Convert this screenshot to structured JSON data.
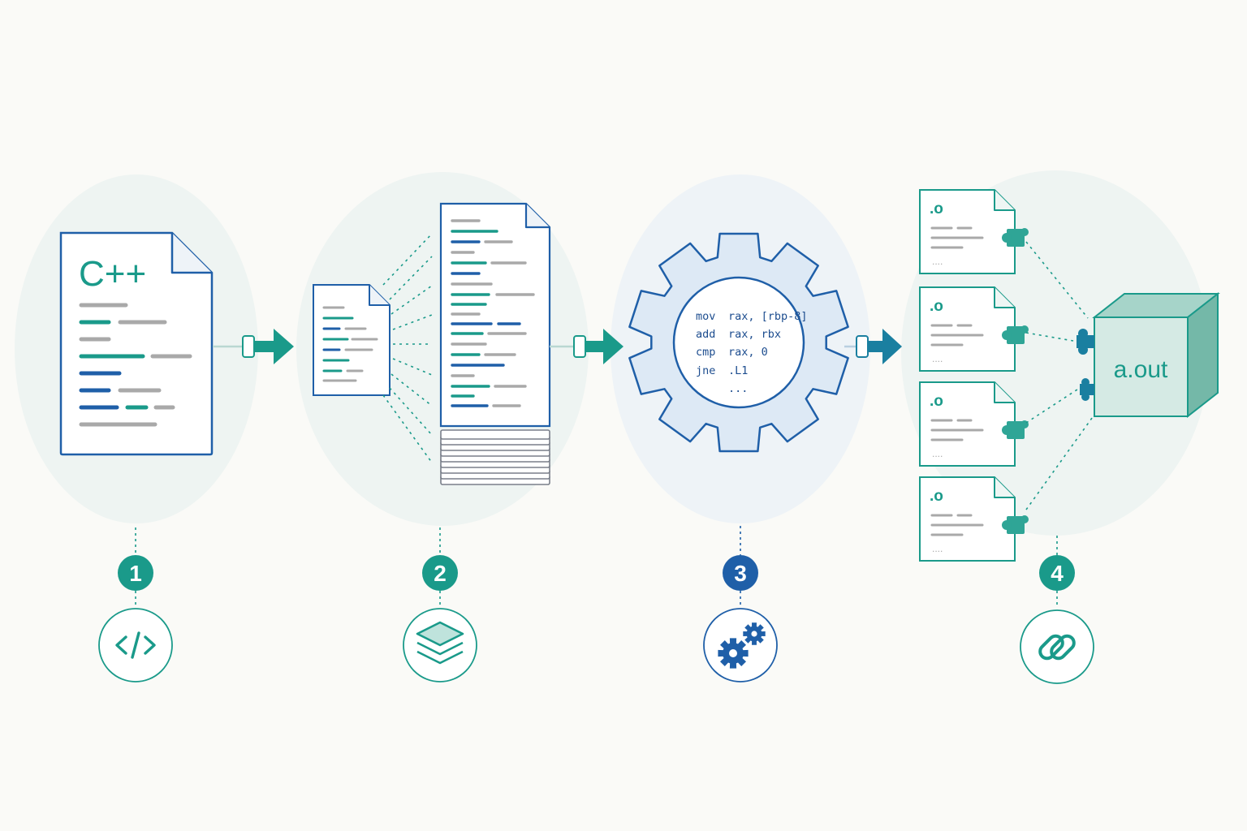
{
  "colors": {
    "teal": "#1a9a8a",
    "blue": "#1f5fa8",
    "navy": "#1d4d8f",
    "gray": "#a9a9a9",
    "blob": "#eef4f2",
    "gear_fill": "#dde9f5"
  },
  "step1": {
    "source_label": "C++",
    "badge": "1",
    "icon": "code-brackets-icon"
  },
  "step2": {
    "badge": "2",
    "icon": "layers-icon"
  },
  "step3": {
    "badge": "3",
    "icon": "gears-icon",
    "asm": [
      {
        "op": "mov",
        "args": "rax, [rbp-8]"
      },
      {
        "op": "add",
        "args": "rax, rbx"
      },
      {
        "op": "cmp",
        "args": "rax, 0"
      },
      {
        "op": "jne",
        "args": ".L1"
      },
      {
        "op": "",
        "args": "..."
      }
    ]
  },
  "step4": {
    "badge": "4",
    "icon": "chain-link-icon",
    "object_label": ".o",
    "object_ellipsis": "....",
    "output_label": "a.out"
  }
}
